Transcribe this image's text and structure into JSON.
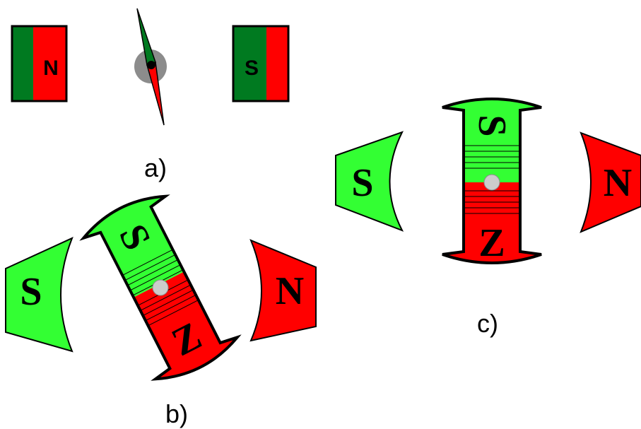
{
  "colors": {
    "red": "#ff0000",
    "dark_green": "#007a20",
    "light_green": "#33ff33",
    "outline": "#000000",
    "pivot_grey": "#8c8c8c",
    "axle_grey": "#cccccc"
  },
  "panel_a": {
    "left_magnet_label": "N",
    "right_magnet_label": "S",
    "caption": "a)"
  },
  "panel_b": {
    "left_pole_label": "S",
    "right_pole_label": "N",
    "rotor_top_label": "S",
    "rotor_bottom_label": "Z",
    "caption": "b)"
  },
  "panel_c": {
    "left_pole_label": "S",
    "right_pole_label": "N",
    "rotor_top_label": "S",
    "rotor_bottom_label": "Z",
    "caption": "c)"
  }
}
